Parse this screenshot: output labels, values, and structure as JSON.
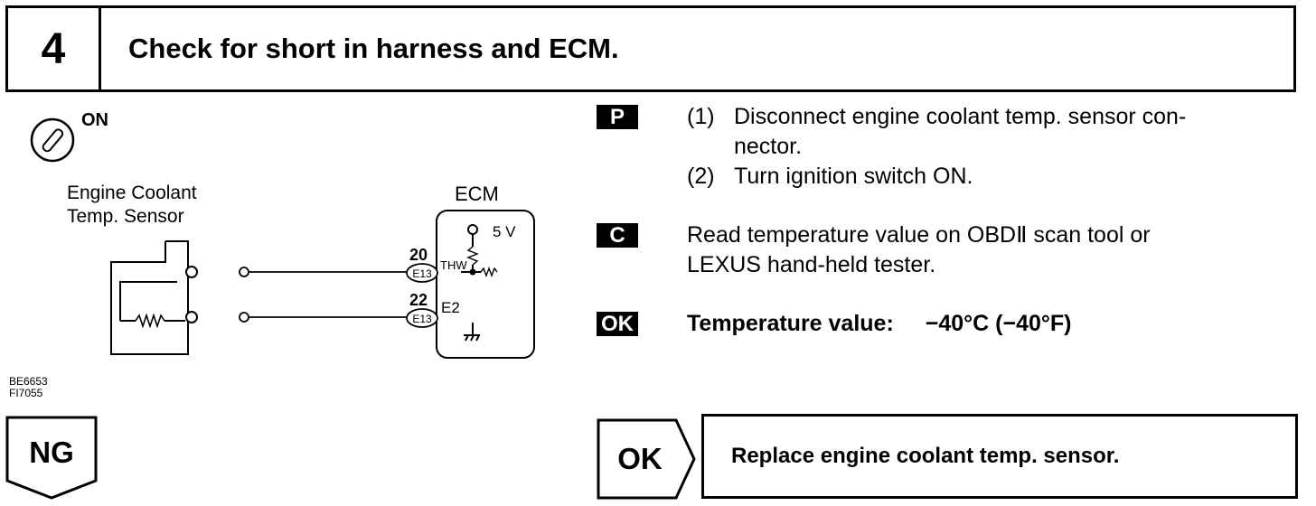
{
  "header": {
    "step_number": "4",
    "title": "Check for short in harness and ECM."
  },
  "diagram": {
    "ignition_label": "ON",
    "sensor_label_1": "Engine Coolant",
    "sensor_label_2": "Temp. Sensor",
    "ecm_label": "ECM",
    "voltage": "5 V",
    "pin_1_number": "20",
    "pin_1_connector": "E13",
    "pin_1_name": "THW",
    "pin_2_number": "22",
    "pin_2_connector": "E13",
    "pin_2_name": "E2"
  },
  "figure_codes": [
    "BE6653",
    "FI7055"
  ],
  "prep": {
    "badge": "P",
    "step1_label": "(1)",
    "step1_text": "Disconnect engine coolant temp. sensor con-nector.",
    "step1_line1": "Disconnect engine coolant temp. sensor con-",
    "step1_line2": "nector.",
    "step2_label": "(2)",
    "step2_text": "Turn ignition switch ON."
  },
  "check": {
    "badge": "C",
    "line1": "Read temperature value on OBDⅡ scan tool or",
    "line2": "LEXUS hand-held tester."
  },
  "ok_spec": {
    "badge": "OK",
    "label": "Temperature value:",
    "value": "−40°C (−40°F)"
  },
  "results": {
    "ng_label": "NG",
    "ok_label": "OK",
    "ok_action": "Replace engine coolant temp. sensor."
  }
}
